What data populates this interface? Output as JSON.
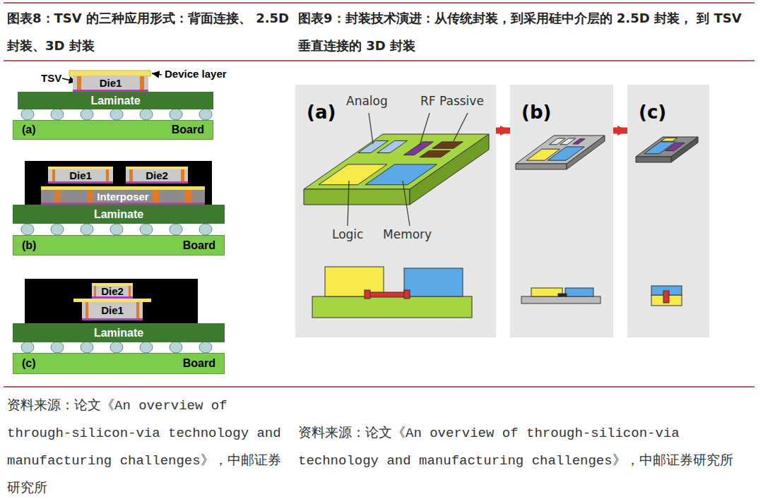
{
  "diagram": {
    "nodes": [
      {
        "text": [
          "Die1"
        ]
      },
      {
        "text": [
          "Laminate"
        ]
      },
      {
        "text": [
          "(a)",
          "Board"
        ]
      },
      {
        "text": [
          "Die1"
        ]
      },
      {
        "text": [
          "Die2"
        ]
      },
      {
        "text": [
          "Interposer"
        ]
      },
      {
        "text": [
          "Laminate"
        ]
      },
      {
        "text": [
          "(b)",
          "Board"
        ]
      },
      {
        "text": [
          "Die2"
        ]
      },
      {
        "text": [
          "Die1"
        ]
      },
      {
        "text": [
          "Laminate"
        ]
      },
      {
        "text": [
          "(c)",
          "Board"
        ]
      },
      {
        "text": [
          "(a)"
        ]
      },
      {
        "text": [
          "(b)"
        ]
      },
      {
        "text": [
          "(c)"
        ]
      }
    ],
    "edges": [
      {
        "from": 12,
        "to": 13,
        "arrow": "to"
      },
      {
        "from": 13,
        "to": 14,
        "arrow": "to"
      }
    ],
    "labels": [
      "图表8：TSV 的三种应用形式：背面连接、 2.5D 封装、3D 封装",
      "图表9：封装技术演进：从传统封装，到采用硅中介层的 2.5D 封装， 到 TSV 垂直连接的 3D 封装",
      "TSV",
      "Device layer",
      "Analog",
      "RF Passive",
      "Logic",
      "Memory",
      "资料来源：论文《An overview of through-silicon-via technology and manufacturing challenges》，中邮证券研究所",
      "资料来源：论文《An overview of through-silicon-via technology and manufacturing challenges》，中邮证券研究所"
    ]
  }
}
